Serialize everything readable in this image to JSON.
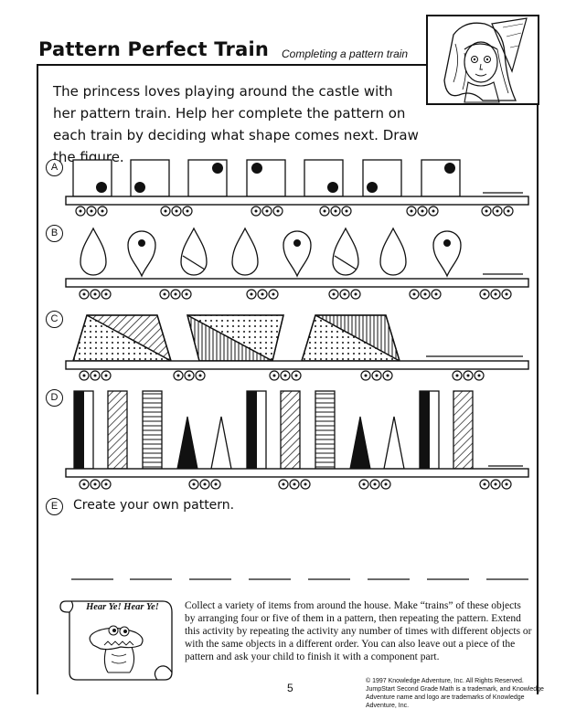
{
  "header": {
    "title": "Pattern Perfect Train",
    "subtitle": "Completing a pattern train"
  },
  "instructions": "The princess loves playing around the castle with her pattern train. Help her complete the pattern on each train by deciding what shape comes next. Draw the figure.",
  "problems": [
    {
      "letter": "A"
    },
    {
      "letter": "B"
    },
    {
      "letter": "C"
    },
    {
      "letter": "D"
    },
    {
      "letter": "E",
      "text": "Create your own pattern."
    }
  ],
  "scroll_banner": "Hear Ye! Hear Ye!",
  "parent_tip": "Collect a variety of items from around the house. Make “trains” of these objects by arranging four or five of them in a pattern, then repeating the pattern. Extend this activity by repeating the activity any number of times with different objects or with the same objects in a different order. You can also leave out a piece of the pattern and ask your child to finish it with a component part.",
  "footer": {
    "page_number": "5",
    "copyright": "© 1997 Knowledge Adventure, Inc. All Rights Reserved. JumpStart Second Grade Math is a trademark, and Knowledge Adventure name and logo are trademarks of Knowledge Adventure, Inc."
  }
}
